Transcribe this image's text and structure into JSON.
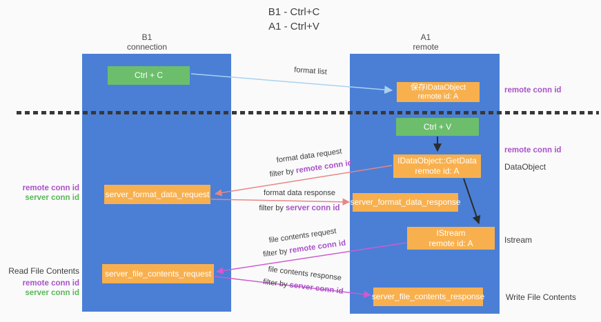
{
  "title": {
    "line1": "B1 - Ctrl+C",
    "line2": "A1 - Ctrl+V"
  },
  "lanes": {
    "left": {
      "name": "B1",
      "subtitle": "connection"
    },
    "right": {
      "name": "A1",
      "subtitle": "remote"
    }
  },
  "nodes": {
    "ctrl_c": {
      "label": "Ctrl + C"
    },
    "ctrl_v": {
      "label": "Ctrl + V"
    },
    "save_idataobject": {
      "line1": "保存IDataObject",
      "line2": "remote id: A"
    },
    "getdata": {
      "line1": "IDataObject::GetData",
      "line2": "remote id: A"
    },
    "istream": {
      "line1": "IStream",
      "line2": "remote id: A"
    },
    "server_format_data_request": {
      "label": "server_format_data_request"
    },
    "server_format_data_response": {
      "label": "server_format_data_response"
    },
    "server_file_contents_request": {
      "label": "server_file_contents_request"
    },
    "server_file_contents_response": {
      "label": "server_file_contents_response"
    }
  },
  "flow_labels": {
    "format_list": {
      "text": "format list"
    },
    "format_data_request": {
      "text": "format data request",
      "filter_prefix": "filter by ",
      "filter_key": "remote conn id"
    },
    "format_data_response": {
      "text": "format data response",
      "filter_prefix": "filter by ",
      "filter_key": "server conn id"
    },
    "file_contents_request": {
      "text": "file contents request",
      "filter_prefix": "filter by ",
      "filter_key": "remote conn id"
    },
    "file_contents_response": {
      "text": "file contents response",
      "filter_prefix": "filter by ",
      "filter_key": "server conn id"
    }
  },
  "side_labels": {
    "right_remote_conn_id_top": "remote conn id",
    "right_remote_conn_id_mid": "remote conn id",
    "right_dataobject": "DataObject",
    "right_istream": "Istream",
    "right_write_file_contents": "Write File Contents",
    "left_remote_conn_id_top": "remote conn id",
    "left_server_conn_id_top": "server conn id",
    "left_read_file_contents": "Read File Contents",
    "left_remote_conn_id_bottom": "remote conn id",
    "left_server_conn_id_bottom": "server conn id"
  },
  "colors": {
    "lane_blue": "#4a7fd5",
    "node_orange": "#f8b04e",
    "node_green": "#6cbe6d",
    "arrow_black": "#2b2b2b",
    "arrow_salmon": "#e98585",
    "arrow_magenta": "#d05ad0",
    "arrow_lightblue": "#a8d2f0",
    "label_purple": "#a952c8",
    "label_green": "#58b858",
    "text_dark": "#3c3c3c",
    "background": "#fafafa"
  }
}
